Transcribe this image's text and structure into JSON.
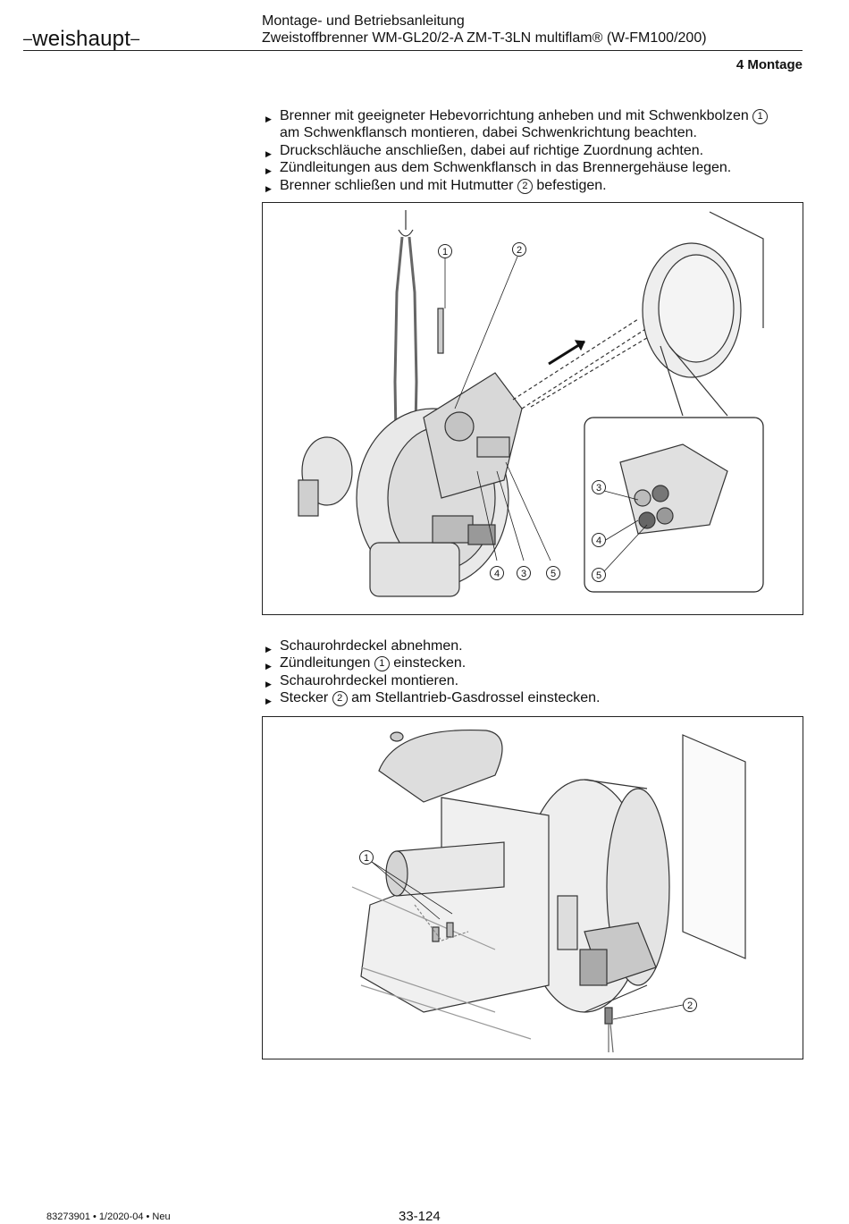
{
  "header": {
    "logo": "weishaupt",
    "title_line1": "Montage- und Betriebsanleitung",
    "title_line2": "Zweistoffbrenner WM-GL20/2-A ZM-T-3LN multiflam® (W-FM100/200)",
    "chapter": "4 Montage"
  },
  "steps1": [
    {
      "before": "Brenner mit geeigneter Hebevorrichtung anheben und mit Schwenkbolzen ",
      "num": "1",
      "after": "",
      "line2": "am Schwenkflansch montieren, dabei Schwenkrichtung beachten."
    },
    {
      "text": "Druckschläuche anschließen, dabei auf richtige Zuordnung achten."
    },
    {
      "text": "Zündleitungen aus dem Schwenkflansch in das Brennergehäuse legen."
    },
    {
      "before": "Brenner schließen und mit Hutmutter ",
      "num": "2",
      "after": " befestigen."
    }
  ],
  "steps2": [
    {
      "text": "Schaurohrdeckel abnehmen."
    },
    {
      "before": "Zündleitungen ",
      "num": "1",
      "after": " einstecken."
    },
    {
      "text": "Schaurohrdeckel montieren."
    },
    {
      "before": "Stecker ",
      "num": "2",
      "after": " am Stellantrieb-Gasdrossel einstecken."
    }
  ],
  "figure1": {
    "callouts": [
      "1",
      "2",
      "4",
      "3",
      "5",
      "3",
      "4",
      "5"
    ]
  },
  "figure2": {
    "callouts": [
      "1",
      "2"
    ]
  },
  "footer": {
    "docinfo": "83273901 • 1/2020-04 • Neu",
    "page": "33-124"
  }
}
